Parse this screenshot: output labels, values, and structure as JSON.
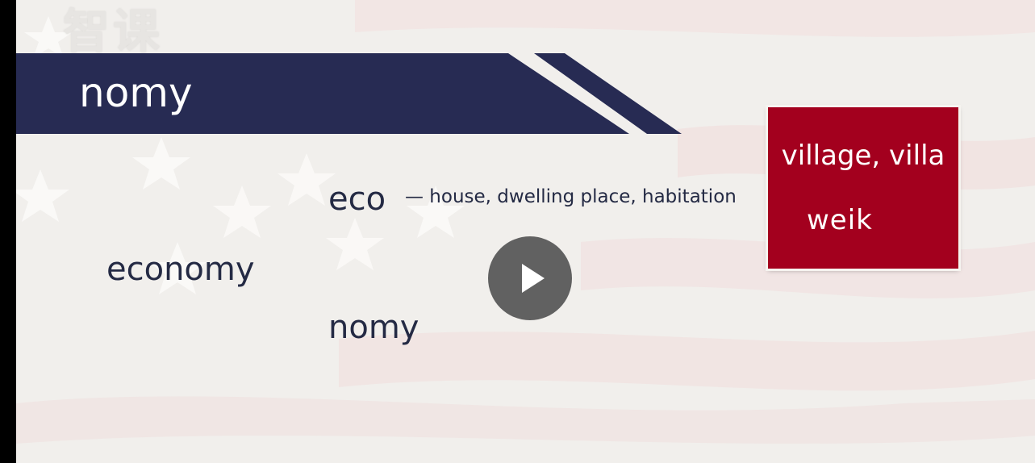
{
  "watermark": "智课",
  "banner": {
    "title": "nomy",
    "color": "#272b53"
  },
  "lesson": {
    "root1": "eco",
    "root1_definition": "— house, dwelling place, habitation",
    "word": "economy",
    "root2": "nomy"
  },
  "card": {
    "line1": "village, villa",
    "line2": "weik",
    "color": "#a3001e"
  },
  "player": {
    "play_icon": "play-icon"
  }
}
